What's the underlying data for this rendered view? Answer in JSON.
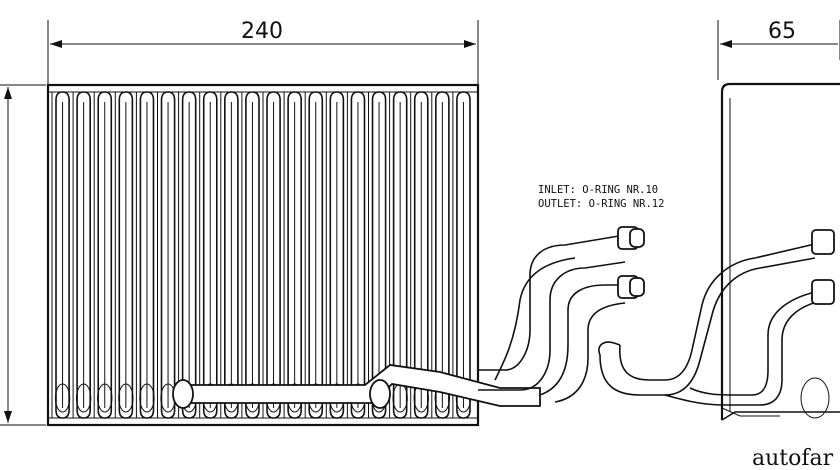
{
  "dimensions": {
    "width": "240",
    "depth": "65"
  },
  "note": {
    "inlet": "INLET: O-RING NR.10",
    "outlet": "OUTLET: O-RING NR.12"
  },
  "watermark": "autofar",
  "colors": {
    "ink": "#111111",
    "background": "#ffffff"
  }
}
